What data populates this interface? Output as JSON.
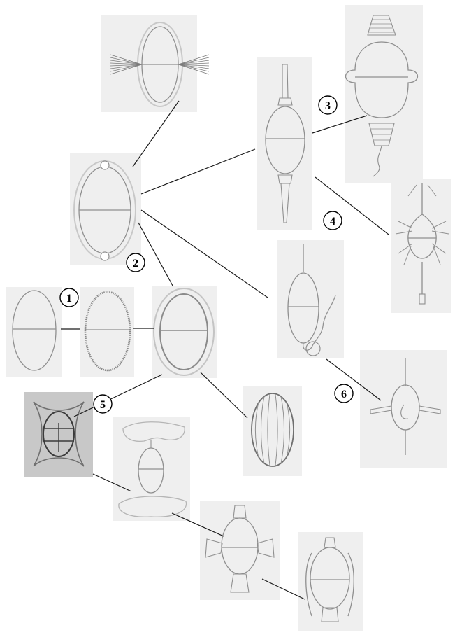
{
  "figure": {
    "badges": [
      "1",
      "2",
      "3",
      "4",
      "5",
      "6"
    ]
  },
  "colors": {
    "panel_light": "#efefef",
    "panel_gray": "#c8c8c8",
    "drawing_stroke": "#8f8f8f",
    "connector": "#1a1a1a",
    "badge_stroke": "#000000"
  }
}
